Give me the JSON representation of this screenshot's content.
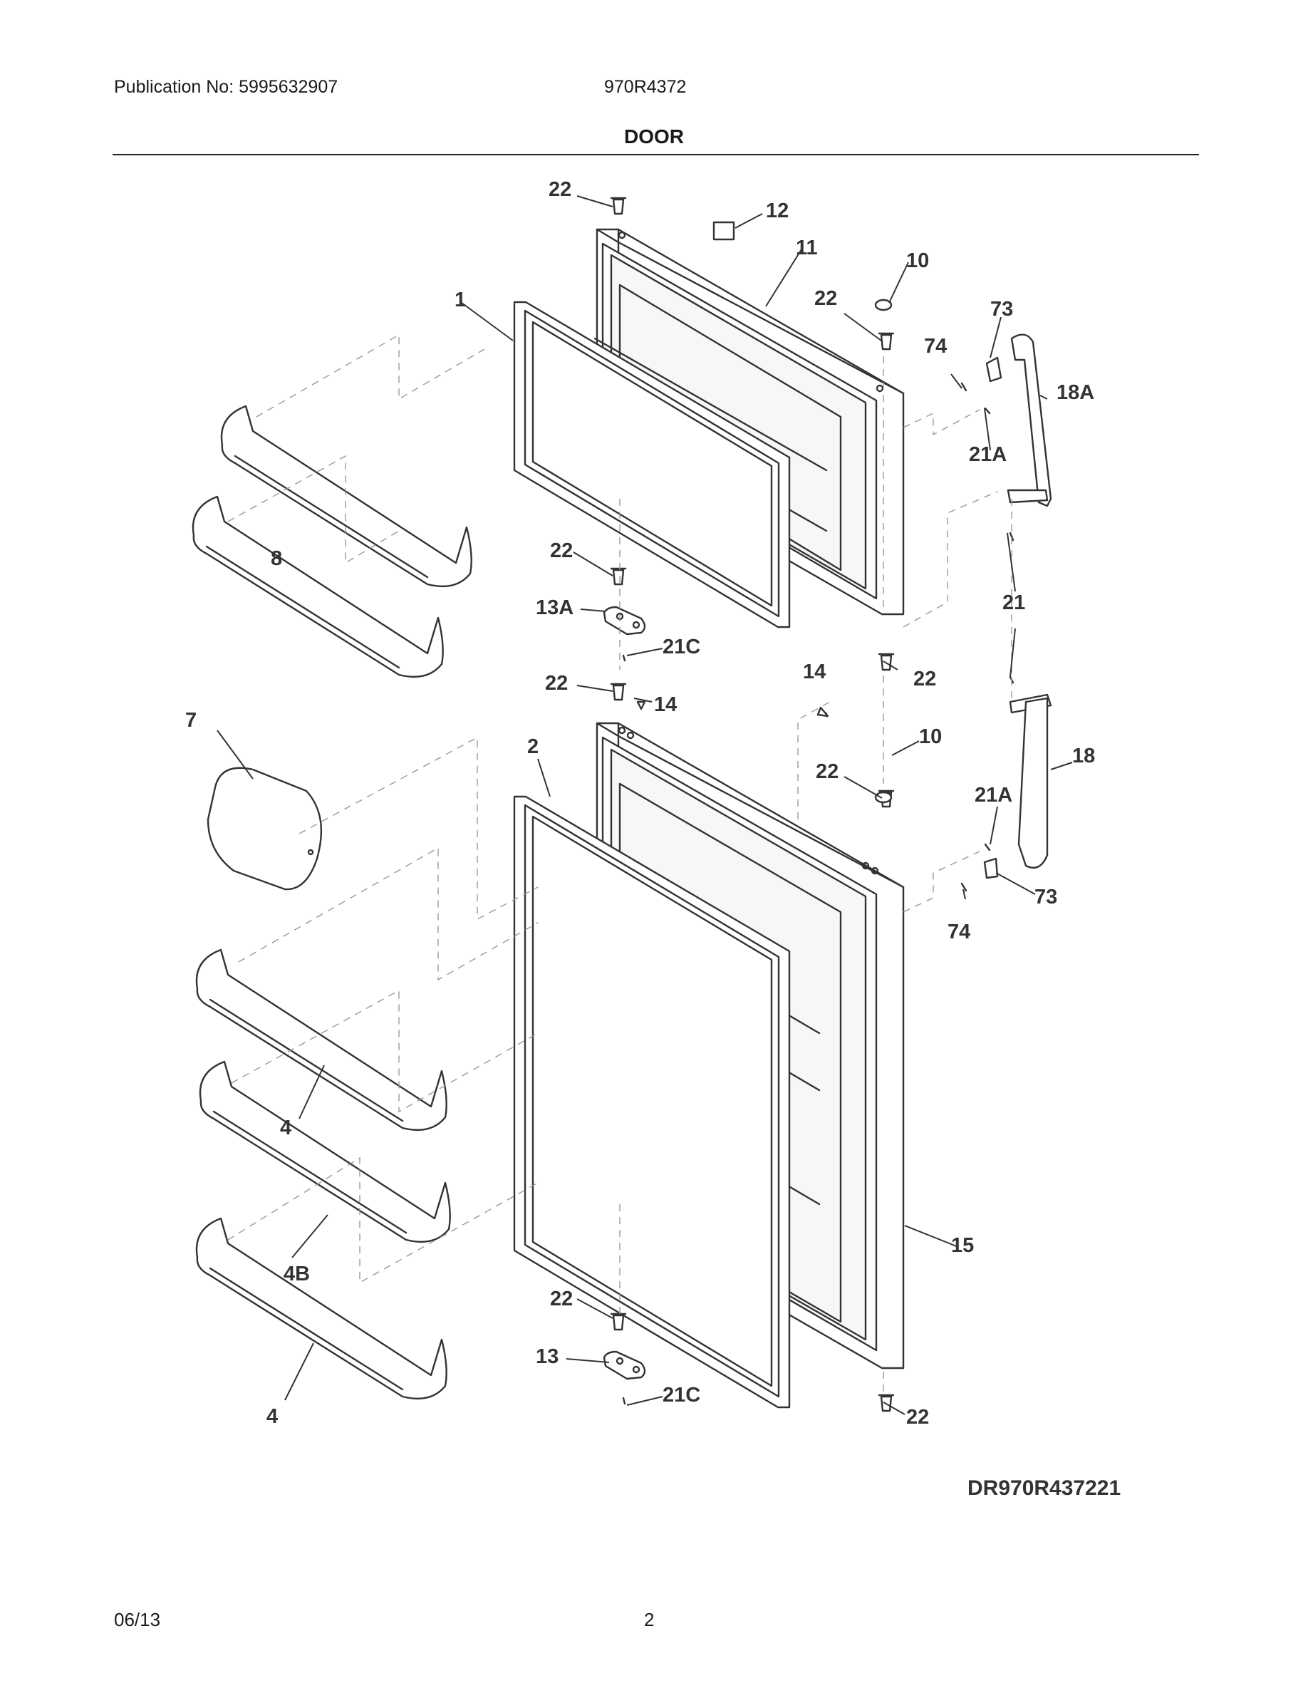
{
  "header": {
    "publication": "Publication No: 5995632907",
    "model": "970R4372"
  },
  "section_title": "DOOR",
  "diagram_code": "DR970R437221",
  "footer": {
    "date": "06/13",
    "page": "2"
  },
  "callouts": {
    "c1": "1",
    "c2": "2",
    "c4a": "4",
    "c4b": "4",
    "c4B": "4B",
    "c7": "7",
    "c8": "8",
    "c10a": "10",
    "c10b": "10",
    "c11": "11",
    "c12": "12",
    "c13": "13",
    "c13A": "13A",
    "c14a": "14",
    "c14b": "14",
    "c15": "15",
    "c18": "18",
    "c18A": "18A",
    "c21": "21",
    "c21Aa": "21A",
    "c21Ab": "21A",
    "c21Ca": "21C",
    "c21Cb": "21C",
    "c22a": "22",
    "c22b": "22",
    "c22c": "22",
    "c22d": "22",
    "c22e": "22",
    "c22f": "22",
    "c22g": "22",
    "c22h": "22",
    "c73a": "73",
    "c73b": "73",
    "c74a": "74",
    "c74b": "74"
  }
}
